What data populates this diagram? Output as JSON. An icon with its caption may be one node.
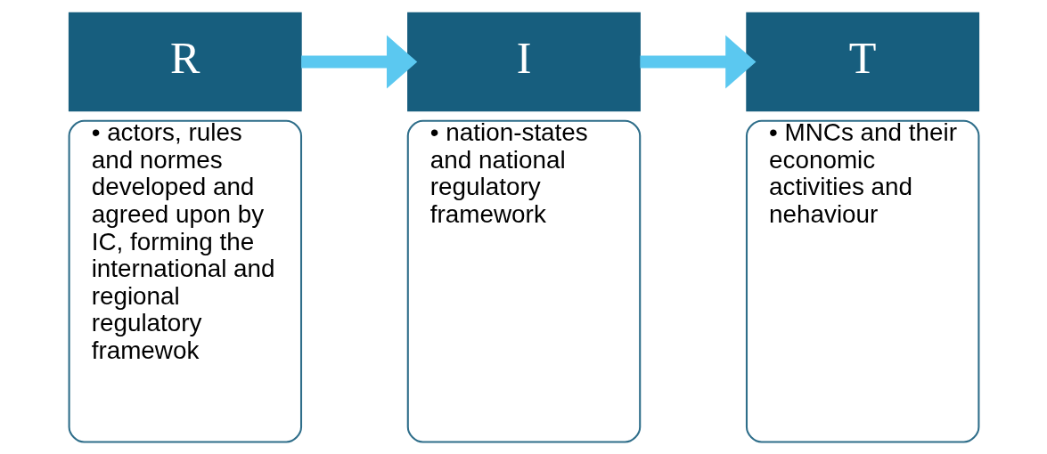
{
  "diagram": {
    "nodes": [
      {
        "text": [
          "R"
        ]
      },
      {
        "text": [
          "• actors, rules and normes developed and agreed upon by IC, forming the international and regional regulatory framewok"
        ]
      },
      {
        "text": [
          "I"
        ]
      },
      {
        "text": [
          "• nation-states and national regulatory framework"
        ]
      },
      {
        "text": [
          "T"
        ]
      },
      {
        "text": [
          "• MNCs and their economic activities and nehaviour"
        ]
      }
    ],
    "edges": [
      {
        "from": 0,
        "to": 2,
        "arrow": "to"
      },
      {
        "from": 2,
        "to": 4,
        "arrow": "to"
      }
    ]
  }
}
